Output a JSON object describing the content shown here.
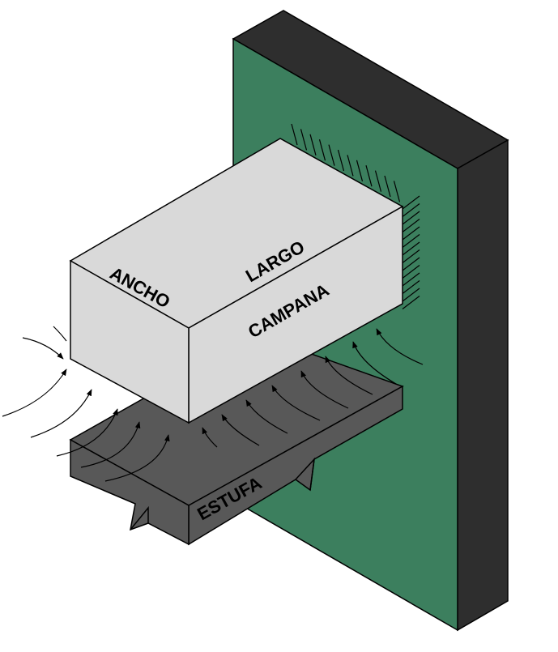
{
  "labels": {
    "hood_width": "ANCHO",
    "hood_length": "LARGO",
    "hood": "CAMPANA",
    "stove": "ESTUFA"
  },
  "colors": {
    "wall_front": "#3c7f5e",
    "wall_side": "#2e2e2e",
    "hood_face": "#d9d9d9",
    "stove_face": "#585858",
    "outline": "#000000",
    "arrows": "#000000"
  }
}
